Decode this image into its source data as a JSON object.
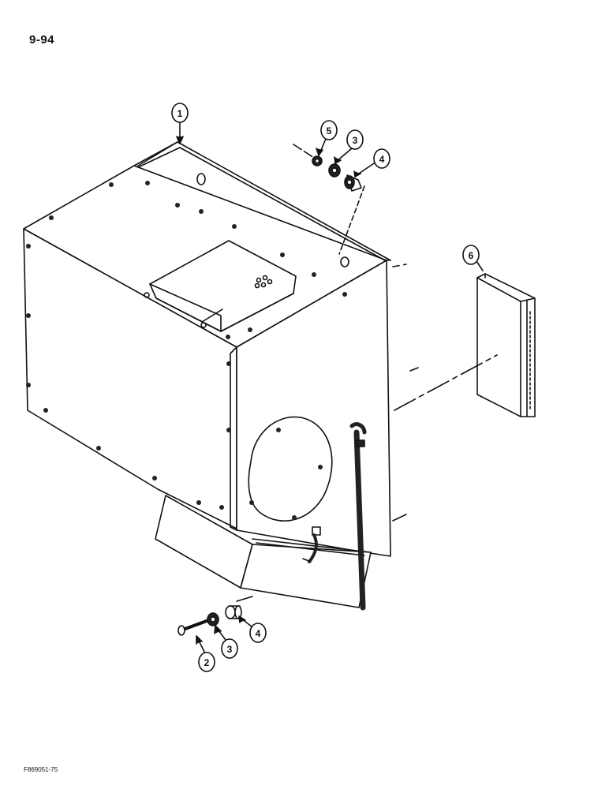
{
  "page": {
    "number": "9-94",
    "figure_code": "F869051-75"
  },
  "callouts": [
    {
      "id": "callout-1",
      "label": "1"
    },
    {
      "id": "callout-5",
      "label": "5"
    },
    {
      "id": "callout-3-top",
      "label": "3"
    },
    {
      "id": "callout-4-top",
      "label": "4"
    },
    {
      "id": "callout-6",
      "label": "6"
    },
    {
      "id": "callout-2",
      "label": "2"
    },
    {
      "id": "callout-3-bottom",
      "label": "3"
    },
    {
      "id": "callout-4-bottom",
      "label": "4"
    }
  ],
  "colors": {
    "line": "#111111",
    "fill": "#ffffff",
    "shade": "#222222"
  }
}
